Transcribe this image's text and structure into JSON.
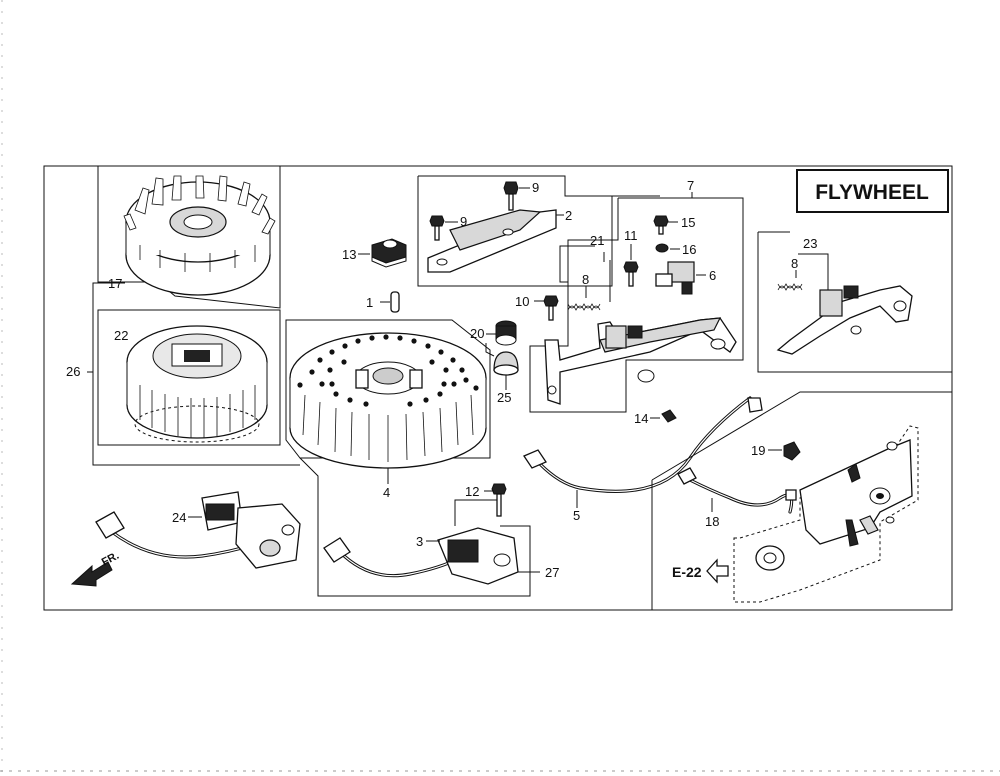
{
  "title": "FLYWHEEL",
  "reference": "E-22",
  "direction": "FR.",
  "labels": {
    "p1": "1",
    "p2": "2",
    "p3": "3",
    "p4": "4",
    "p5": "5",
    "p6": "6",
    "p7": "7",
    "p8a": "8",
    "p8b": "8",
    "p9a": "9",
    "p9b": "9",
    "p10": "10",
    "p11": "11",
    "p12": "12",
    "p13": "13",
    "p14": "14",
    "p15": "15",
    "p16": "16",
    "p17": "17",
    "p18": "18",
    "p19": "19",
    "p20": "20",
    "p21": "21",
    "p22": "22",
    "p23": "23",
    "p24": "24",
    "p25": "25",
    "p26": "26",
    "p27": "27"
  }
}
